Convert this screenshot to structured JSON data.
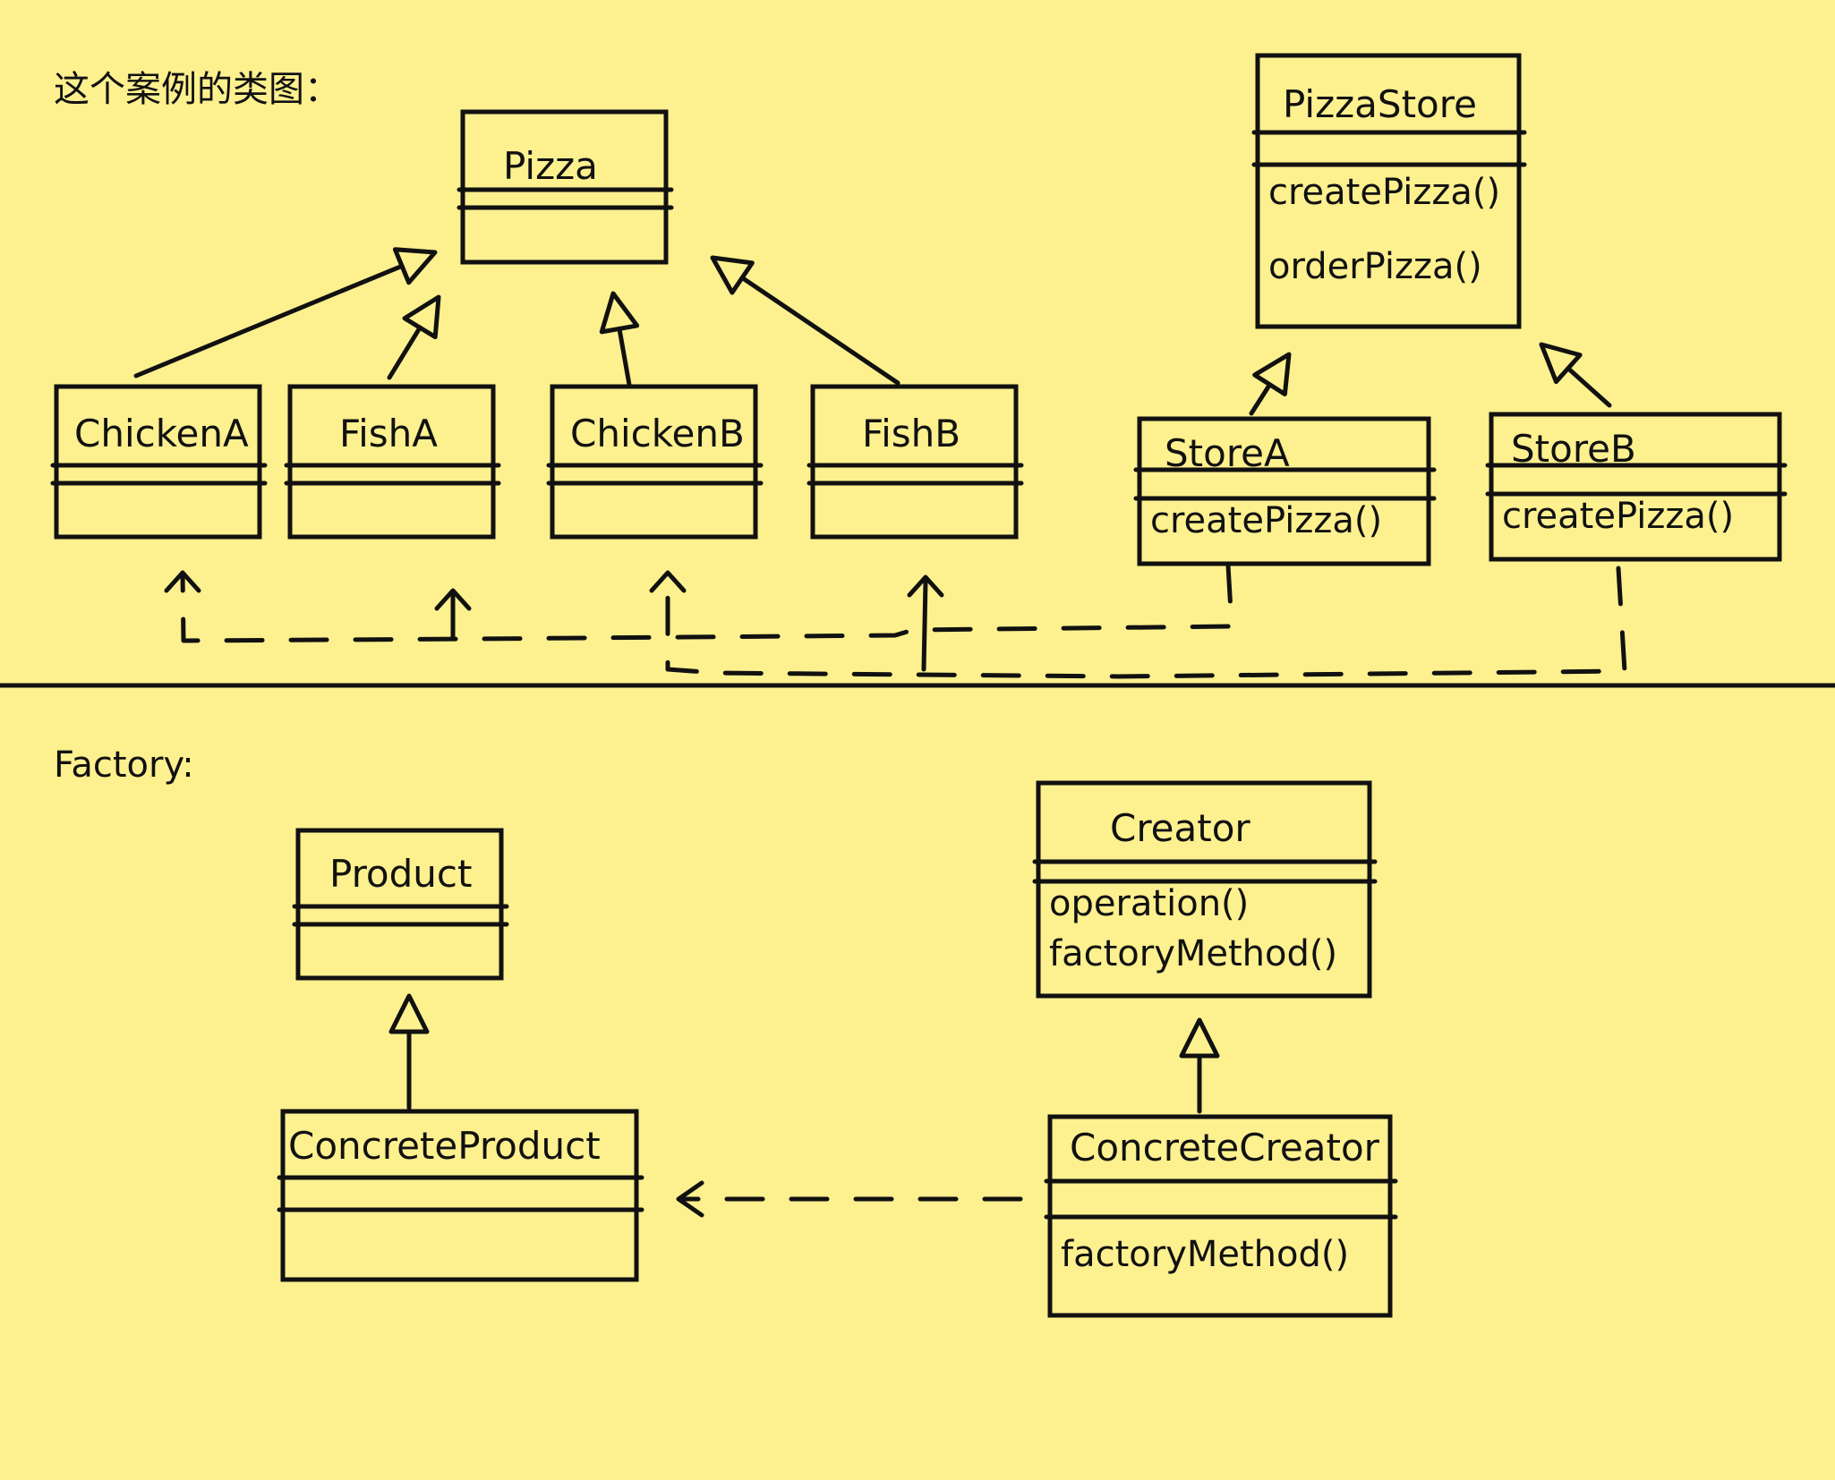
{
  "heading_top": "这个案例的类图：",
  "heading_bottom": "Factory:",
  "colors": {
    "background": "#fdf08f",
    "ink": "#111111"
  },
  "classes": {
    "pizza": {
      "name": "Pizza",
      "ops": []
    },
    "chicken_a": {
      "name": "ChickenA",
      "ops": []
    },
    "fish_a": {
      "name": "FishA",
      "ops": []
    },
    "chicken_b": {
      "name": "ChickenB",
      "ops": []
    },
    "fish_b": {
      "name": "FishB",
      "ops": []
    },
    "pizza_store": {
      "name": "PizzaStore",
      "ops": [
        "createPizza()",
        "orderPizza()"
      ]
    },
    "store_a": {
      "name": "StoreA",
      "ops": [
        "createPizza()"
      ]
    },
    "store_b": {
      "name": "StoreB",
      "ops": [
        "createPizza()"
      ]
    },
    "product": {
      "name": "Product",
      "ops": []
    },
    "concrete_product": {
      "name": "ConcreteProduct",
      "ops": []
    },
    "creator": {
      "name": "Creator",
      "ops": [
        "operation()",
        "factoryMethod()"
      ]
    },
    "concrete_creator": {
      "name": "ConcreteCreator",
      "ops": [
        "factoryMethod()"
      ]
    }
  },
  "relations": [
    {
      "from": "chicken_a",
      "to": "pizza",
      "kind": "generalization"
    },
    {
      "from": "fish_a",
      "to": "pizza",
      "kind": "generalization"
    },
    {
      "from": "chicken_b",
      "to": "pizza",
      "kind": "generalization"
    },
    {
      "from": "fish_b",
      "to": "pizza",
      "kind": "generalization"
    },
    {
      "from": "store_a",
      "to": "pizza_store",
      "kind": "generalization"
    },
    {
      "from": "store_b",
      "to": "pizza_store",
      "kind": "generalization"
    },
    {
      "from": "store_a",
      "to": "chicken_a",
      "kind": "dependency"
    },
    {
      "from": "store_a",
      "to": "fish_a",
      "kind": "dependency"
    },
    {
      "from": "store_b",
      "to": "chicken_b",
      "kind": "dependency"
    },
    {
      "from": "store_b",
      "to": "fish_b",
      "kind": "dependency"
    },
    {
      "from": "concrete_product",
      "to": "product",
      "kind": "generalization"
    },
    {
      "from": "concrete_creator",
      "to": "creator",
      "kind": "generalization"
    },
    {
      "from": "concrete_creator",
      "to": "concrete_product",
      "kind": "dependency"
    }
  ]
}
